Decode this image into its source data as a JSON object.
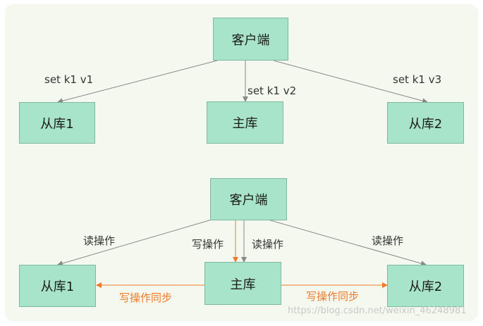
{
  "colors": {
    "panel_bg": "#f4f8ef",
    "node_fill": "#a8e4c9",
    "node_border": "#7fb89c",
    "arrow_gray": "#888888",
    "arrow_orange": "#f07a2a"
  },
  "top": {
    "client": "客户端",
    "replica1": "从库1",
    "master": "主库",
    "replica2": "从库2",
    "cmd_left": "set k1 v1",
    "cmd_center": "set k1 v2",
    "cmd_right": "set k1 v3"
  },
  "bottom": {
    "client": "客户端",
    "replica1": "从库1",
    "master": "主库",
    "replica2": "从库2",
    "read_left": "读操作",
    "write": "写操作",
    "read_center": "读操作",
    "read_right": "读操作",
    "sync_left": "写操作同步",
    "sync_right": "写操作同步"
  },
  "watermark": "https://blog.csdn.net/weixin_46248981"
}
